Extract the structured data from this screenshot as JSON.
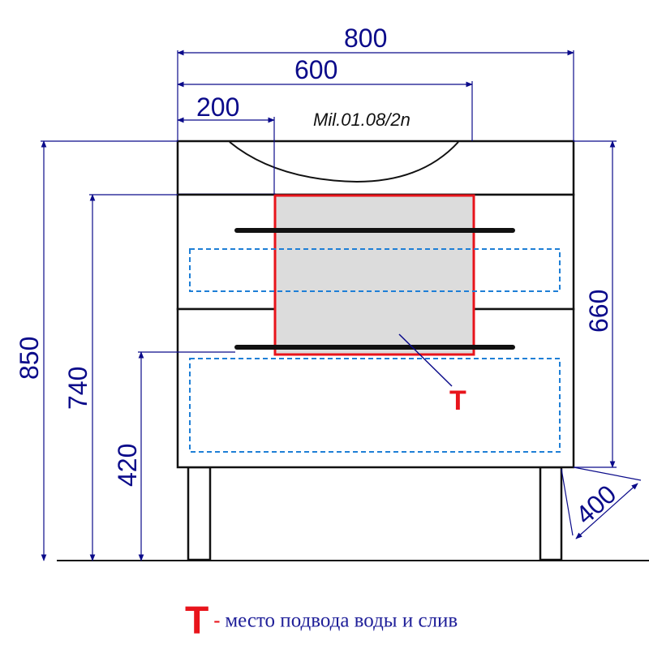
{
  "dimensions": {
    "width_total": "800",
    "width_inner": "600",
    "width_offset": "200",
    "height_total": "850",
    "height_top": "740",
    "height_drawer": "420",
    "height_cabinet": "660",
    "depth": "400"
  },
  "model_label": "Mil.01.08/2n",
  "marker_label": "T",
  "legend": {
    "marker": "T",
    "separator": "-",
    "text": "место подвода воды и слив"
  },
  "colors": {
    "dimension": "#0b0b8a",
    "marker": "#e8141b",
    "dashed_zone": "#1e7fd6",
    "outline": "#111111"
  }
}
